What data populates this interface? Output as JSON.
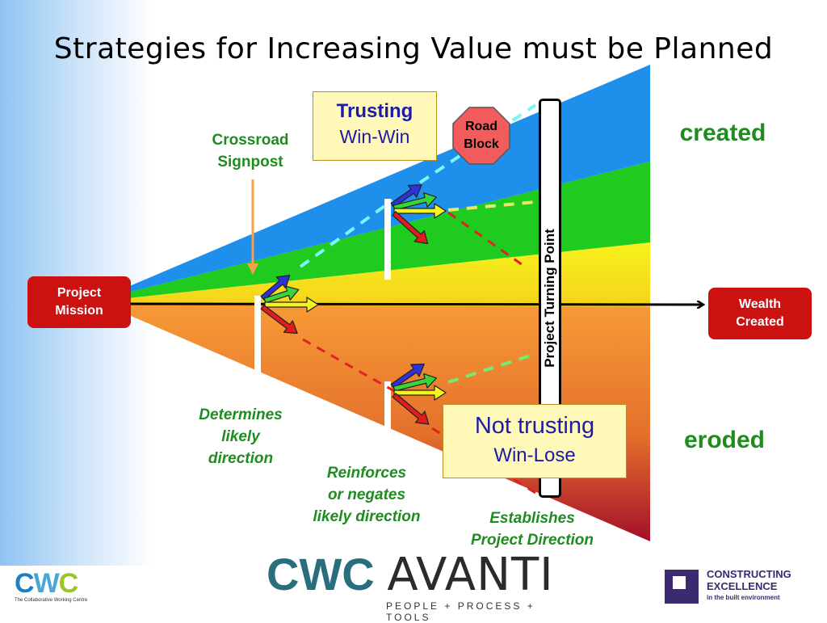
{
  "title": "Strategies for Increasing Value must be Planned",
  "left_box": {
    "line1": "Project",
    "line2": "Mission"
  },
  "right_box": {
    "line1": "Wealth",
    "line2": "Created"
  },
  "crossroad": {
    "line1": "Crossroad",
    "line2": "Signpost"
  },
  "trusting_box": {
    "line1": "Trusting",
    "line2": "Win-Win"
  },
  "not_trusting_box": {
    "line1": "Not trusting",
    "line2": "Win-Lose"
  },
  "road_block": {
    "line1": "Road",
    "line2": "Block"
  },
  "turning_point": "Project Turning Point",
  "created": "created",
  "eroded": "eroded",
  "determines": {
    "line1": "Determines",
    "line2": "likely",
    "line3": "direction"
  },
  "reinforces": {
    "line1": "Reinforces",
    "line2": "or negates",
    "line3": "likely direction"
  },
  "establishes": {
    "line1": "Establishes",
    "line2": "Project Direction"
  },
  "logos": {
    "cwc": {
      "mark_c1": "C",
      "mark_w": "W",
      "mark_c2": "C",
      "sub": "The Collaborative Working Centre"
    },
    "avanti": {
      "cwc": "CWC",
      "name": "AVANTI",
      "tagline": "PEOPLE + PROCESS + TOOLS"
    },
    "ce": {
      "line1": "CONSTRUCTING",
      "line2": "EXCELLENCE",
      "line3": "in the built environment"
    }
  },
  "colors": {
    "blue": "#1f8fec",
    "green": "#1ecb1e",
    "yellow": "#f7f21c",
    "orange": "#f79a36",
    "dark_red": "#a40f2a",
    "label_green": "#1e8c1e",
    "box_red": "#cc1111",
    "title_text": "#000000"
  }
}
